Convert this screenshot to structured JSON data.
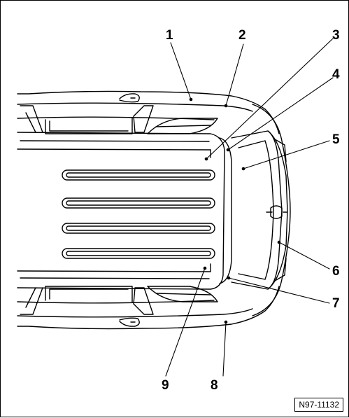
{
  "diagram": {
    "callouts": [
      "1",
      "2",
      "3",
      "4",
      "5",
      "6",
      "7",
      "8",
      "9"
    ],
    "figure_id": "N97-11132"
  }
}
